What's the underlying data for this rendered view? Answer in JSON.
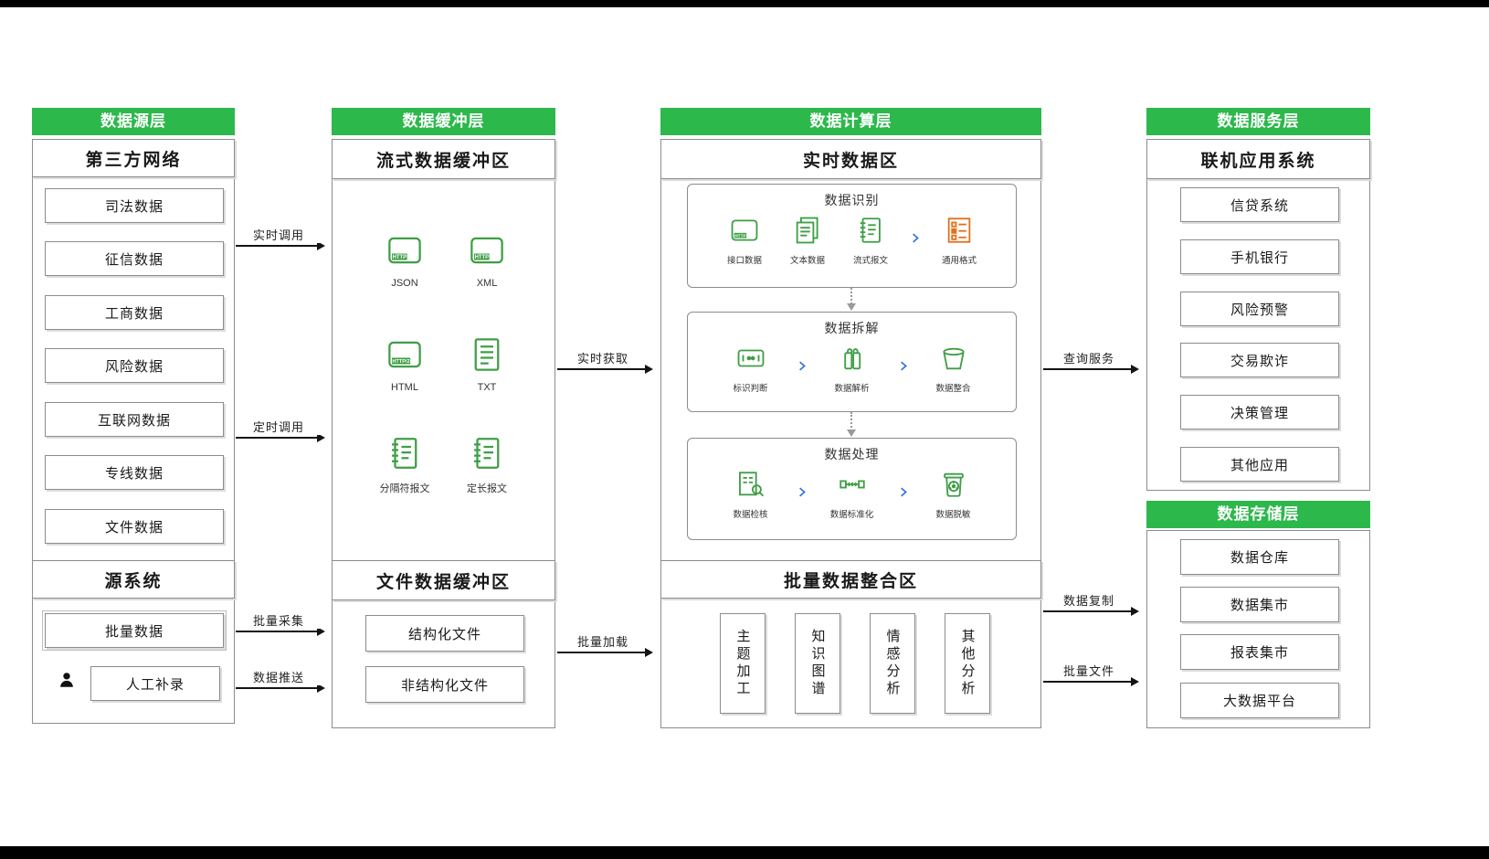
{
  "colors": {
    "accent_green": "#2db84c",
    "icon_green": "#3f9e46",
    "icon_orange": "#e2711d",
    "chevron_blue": "#2f6fe0"
  },
  "icons": {
    "person": "user-icon",
    "chevron": "chevron-right-icon",
    "http_card": "http-api-card-icon",
    "doc_stack": "document-stack-icon",
    "notebook": "message-notebook-icon",
    "plain_doc": "text-document-icon",
    "checklist": "checklist-format-icon",
    "id_card": "identify-card-icon",
    "parser": "data-parse-icon",
    "bucket": "data-merge-bucket-icon",
    "audit": "data-audit-key-icon",
    "standardize": "data-standardize-icon",
    "mask": "data-mask-jar-icon"
  },
  "source_layer": {
    "title": "数据源层",
    "network": {
      "title": "第三方网络",
      "items": [
        "司法数据",
        "征信数据",
        "工商数据",
        "风险数据",
        "互联网数据",
        "专线数据",
        "文件数据"
      ]
    },
    "system": {
      "title": "源系统",
      "items": [
        "批量数据",
        "人工补录"
      ]
    }
  },
  "buffer_layer": {
    "title": "数据缓冲层",
    "stream": {
      "title": "流式数据缓冲区",
      "formats": [
        "JSON",
        "XML",
        "HTML",
        "TXT",
        "分隔符报文",
        "定长报文"
      ]
    },
    "file": {
      "title": "文件数据缓冲区",
      "items": [
        "结构化文件",
        "非结构化文件"
      ]
    }
  },
  "compute_layer": {
    "title": "数据计算层",
    "realtime": {
      "title": "实时数据区",
      "recognize": {
        "title": "数据识别",
        "items": [
          "接口数据",
          "文本数据",
          "流式报文",
          "通用格式"
        ]
      },
      "split": {
        "title": "数据拆解",
        "items": [
          "标识判断",
          "数据解析",
          "数据整合"
        ]
      },
      "process": {
        "title": "数据处理",
        "items": [
          "数据检核",
          "数据标准化",
          "数据脱敏"
        ]
      }
    },
    "batch": {
      "title": "批量数据整合区",
      "items": [
        "主题加工",
        "知识图谱",
        "情感分析",
        "其他分析"
      ]
    }
  },
  "service_layer": {
    "title": "数据服务层",
    "subtitle": "联机应用系统",
    "items": [
      "信贷系统",
      "手机银行",
      "风险预警",
      "交易欺诈",
      "决策管理",
      "其他应用"
    ]
  },
  "storage_layer": {
    "title": "数据存储层",
    "items": [
      "数据仓库",
      "数据集市",
      "报表集市",
      "大数据平台"
    ]
  },
  "arrows": {
    "realtime_call": "实时调用",
    "scheduled_call": "定时调用",
    "batch_collect": "批量采集",
    "data_push": "数据推送",
    "realtime_fetch": "实时获取",
    "batch_load": "批量加载",
    "query_service": "查询服务",
    "data_copy": "数据复制",
    "batch_file": "批量文件"
  }
}
